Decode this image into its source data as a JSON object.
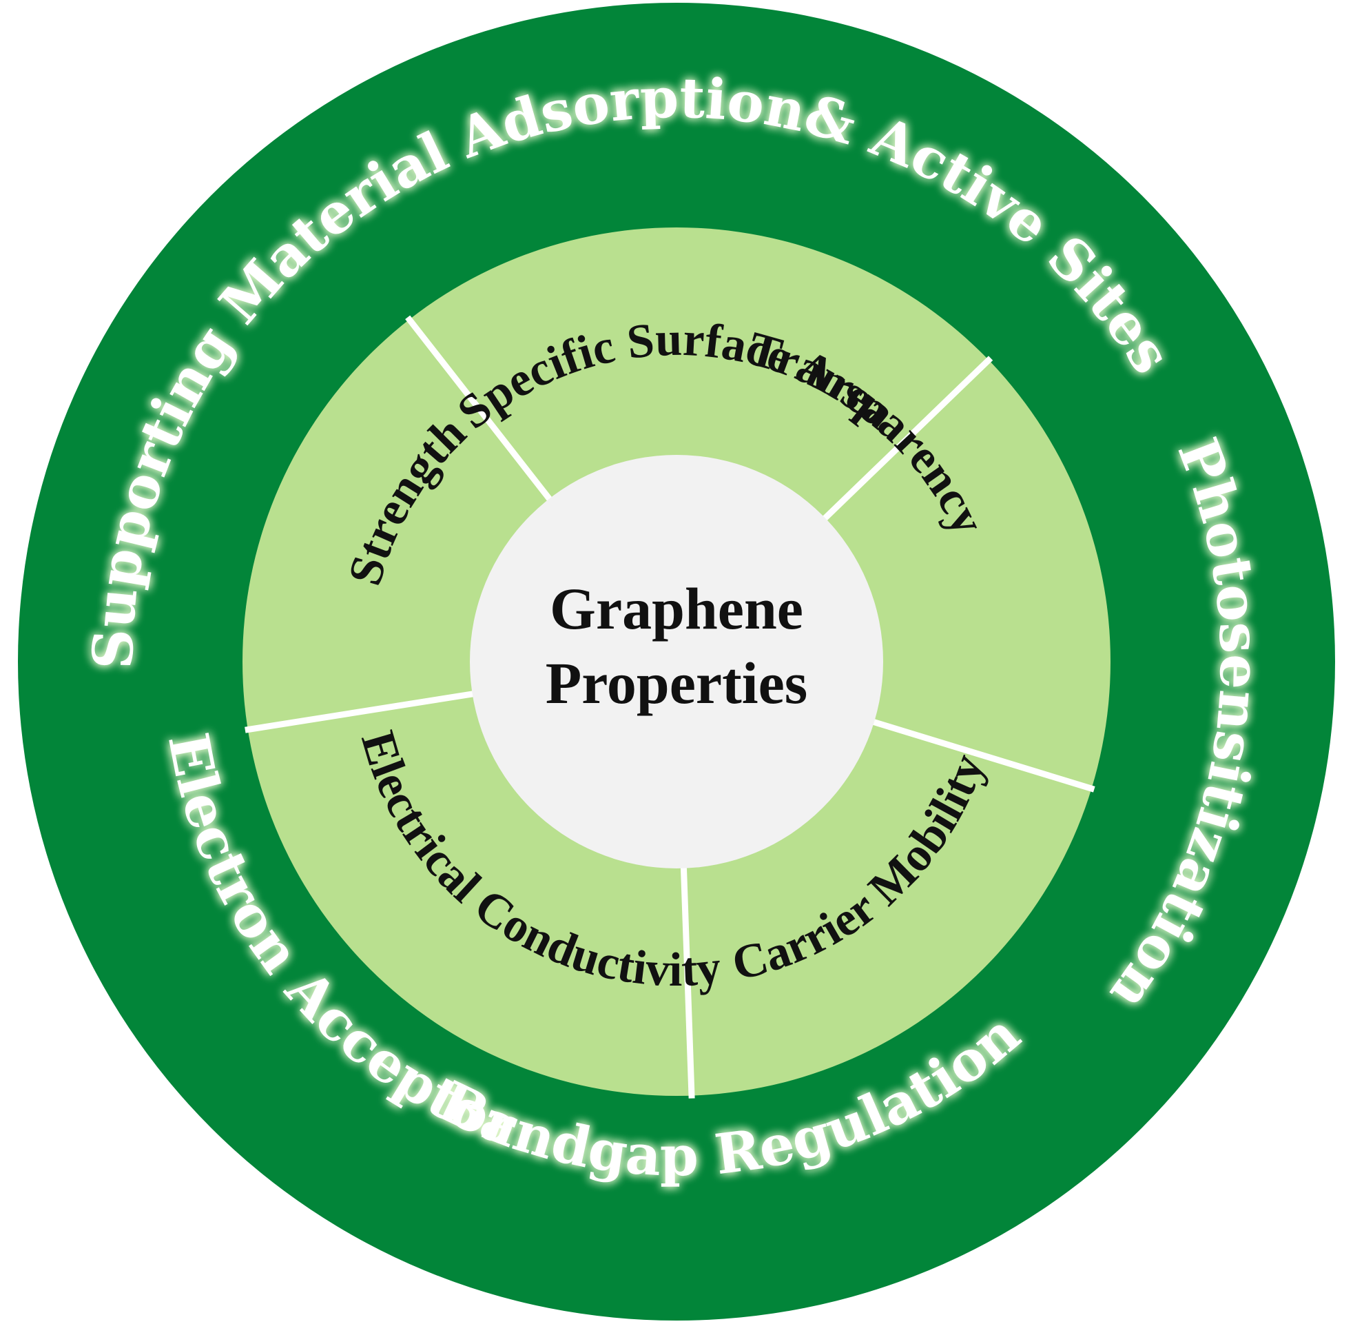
{
  "colors": {
    "outer_ring": "#028539",
    "inner_ring": "#b9e08f",
    "center": "#f2f2f2",
    "divider": "#ffffff",
    "outer_text": "#ffffff",
    "inner_text": "#111111",
    "glow": "#dff5c8"
  },
  "center": {
    "line1": "Graphene",
    "line2": "Properties"
  },
  "properties": [
    "Specific Surface Area",
    "Transparency",
    "Carrier Mobility",
    "Electrical Conductivity",
    "Strength"
  ],
  "applications": [
    "Adsorption& Active Sites",
    "Photosensitization",
    "Bandgap Regulation",
    "Electron Acceptor",
    "Supporting Material"
  ]
}
